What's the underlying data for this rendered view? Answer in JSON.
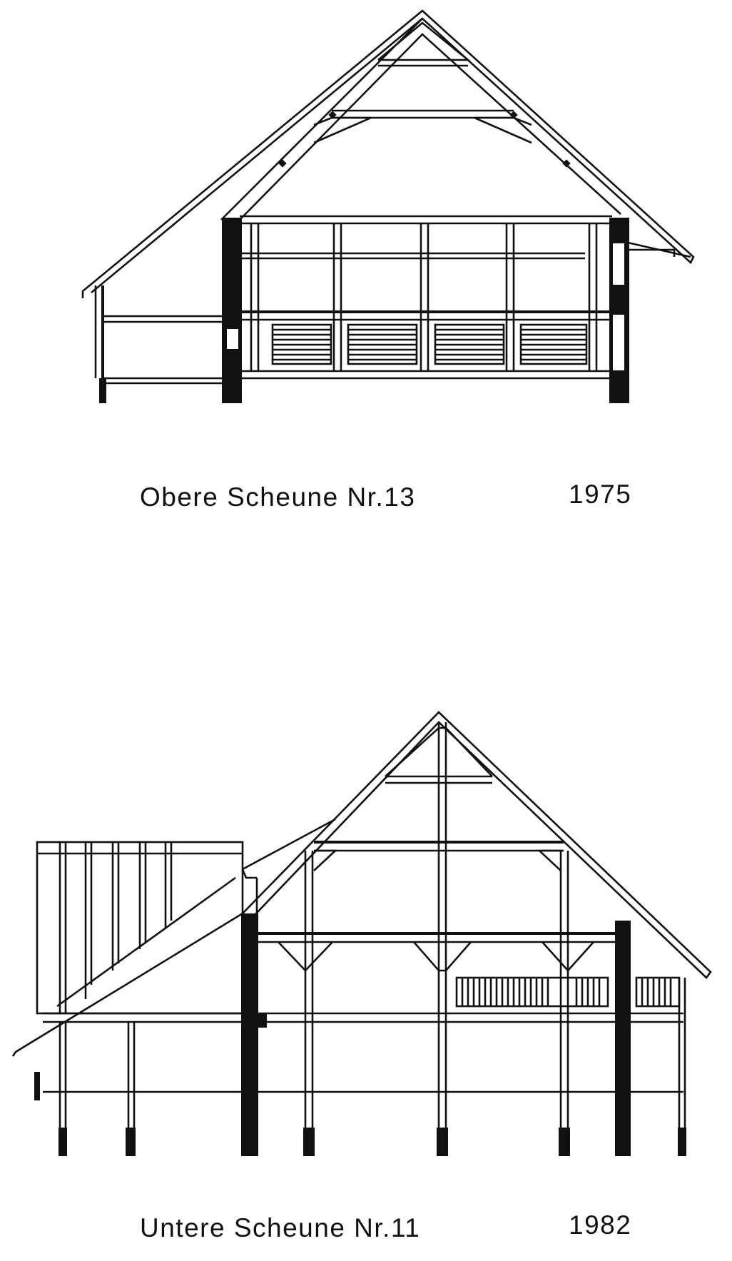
{
  "drawings": [
    {
      "caption": "Obere Scheune Nr.13",
      "year": "1975"
    },
    {
      "caption": "Untere Scheune Nr.11",
      "year": "1982"
    }
  ],
  "colors": {
    "ink": "#111111",
    "paper": "#ffffff"
  }
}
